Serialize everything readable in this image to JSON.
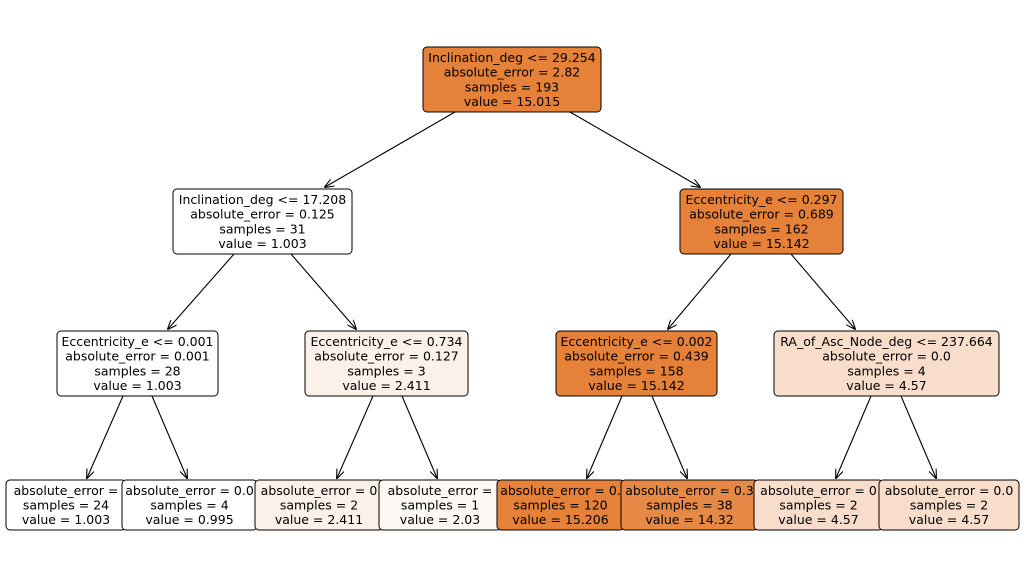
{
  "tree": {
    "nodes": [
      {
        "id": "n0",
        "lines": [
          "Inclination_deg <= 29.254",
          "absolute_error = 2.82",
          "samples = 193",
          "value = 15.015"
        ],
        "fill": "#e58139"
      },
      {
        "id": "n1",
        "lines": [
          "Inclination_deg <= 17.208",
          "absolute_error = 0.125",
          "samples = 31",
          "value = 1.003"
        ],
        "fill": "#ffffff"
      },
      {
        "id": "n2",
        "lines": [
          "Eccentricity_e <= 0.297",
          "absolute_error = 0.689",
          "samples = 162",
          "value = 15.142"
        ],
        "fill": "#e58139"
      },
      {
        "id": "n3",
        "lines": [
          "Eccentricity_e <= 0.001",
          "absolute_error = 0.001",
          "samples = 28",
          "value = 1.003"
        ],
        "fill": "#ffffff"
      },
      {
        "id": "n4",
        "lines": [
          "Eccentricity_e <= 0.734",
          "absolute_error = 0.127",
          "samples = 3",
          "value = 2.411"
        ],
        "fill": "#fcf1e9"
      },
      {
        "id": "n5",
        "lines": [
          "Eccentricity_e <= 0.002",
          "absolute_error = 0.439",
          "samples = 158",
          "value = 15.142"
        ],
        "fill": "#e58139"
      },
      {
        "id": "n6",
        "lines": [
          "RA_of_Asc_Node_deg <= 237.664",
          "absolute_error = 0.0",
          "samples = 4",
          "value = 4.57"
        ],
        "fill": "#f8ddca"
      },
      {
        "id": "n7",
        "lines": [
          "absolute_error =",
          "samples = 24",
          "value = 1.003"
        ],
        "fill": "#ffffff"
      },
      {
        "id": "n8",
        "lines": [
          "absolute_error = 0.0",
          "samples = 4",
          "value = 0.995"
        ],
        "fill": "#ffffff"
      },
      {
        "id": "n9",
        "lines": [
          "absolute_error = 0",
          "samples = 2",
          "value = 2.411"
        ],
        "fill": "#fcf1e9"
      },
      {
        "id": "n10",
        "lines": [
          "absolute_error =",
          "samples = 1",
          "value = 2.03"
        ],
        "fill": "#fef8f4"
      },
      {
        "id": "n11",
        "lines": [
          "absolute_error = 0.",
          "samples = 120",
          "value = 15.206"
        ],
        "fill": "#e58139"
      },
      {
        "id": "n12",
        "lines": [
          "absolute_error = 0.3",
          "samples = 38",
          "value = 14.32"
        ],
        "fill": "#e78946"
      },
      {
        "id": "n13",
        "lines": [
          "absolute_error = 0",
          "samples = 2",
          "value = 4.57"
        ],
        "fill": "#f8ddca"
      },
      {
        "id": "n14",
        "lines": [
          "absolute_error = 0.0",
          "samples = 2",
          "value = 4.57"
        ],
        "fill": "#f8ddca"
      }
    ],
    "edges": [
      [
        "n0",
        "n1"
      ],
      [
        "n0",
        "n2"
      ],
      [
        "n1",
        "n3"
      ],
      [
        "n1",
        "n4"
      ],
      [
        "n2",
        "n5"
      ],
      [
        "n2",
        "n6"
      ],
      [
        "n3",
        "n7"
      ],
      [
        "n3",
        "n8"
      ],
      [
        "n4",
        "n9"
      ],
      [
        "n4",
        "n10"
      ],
      [
        "n5",
        "n11"
      ],
      [
        "n5",
        "n12"
      ],
      [
        "n6",
        "n13"
      ],
      [
        "n6",
        "n14"
      ]
    ]
  }
}
